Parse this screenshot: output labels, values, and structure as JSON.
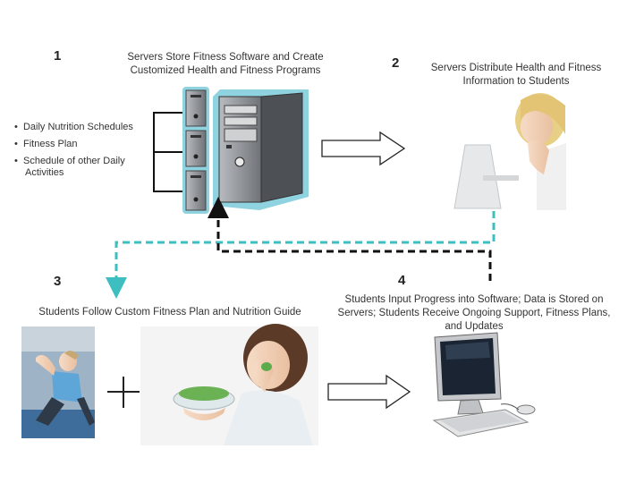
{
  "steps": [
    {
      "num": "1",
      "caption": "Servers Store Fitness Software and Create Customized Health and Fitness Programs"
    },
    {
      "num": "2",
      "caption": "Servers Distribute Health and Fitness Information to Students"
    },
    {
      "num": "3",
      "caption": "Students Follow Custom Fitness Plan and Nutrition Guide"
    },
    {
      "num": "4",
      "caption": "Students Input Progress into Software; Data is Stored on Servers; Students Receive Ongoing Support, Fitness Plans, and Updates"
    }
  ],
  "bullets": [
    "Daily Nutrition Schedules",
    "Fitness Plan",
    "Schedule of other Daily Activities"
  ],
  "bullet_char": "•",
  "colors": {
    "dashed_teal": "#3dbfc2",
    "dashed_black": "#111111",
    "server_highlight": "#8fd3e0",
    "server_body": "#8a8d92"
  },
  "icons": {
    "server": "server-tower-icon",
    "laptop_user": "woman-laptop-photo",
    "exercise": "exercise-photo",
    "eating": "woman-eating-salad-photo",
    "monitor": "desktop-computer-icon"
  }
}
